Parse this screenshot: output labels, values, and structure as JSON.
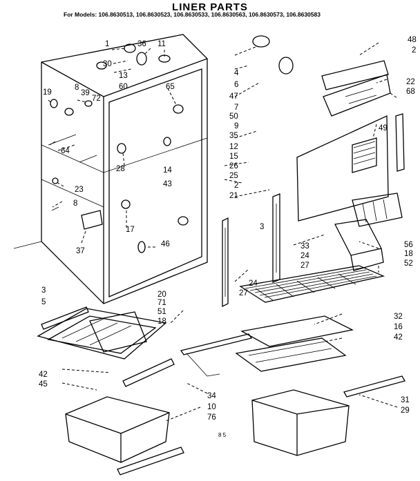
{
  "title": "LINER PARTS",
  "models_line": "For Models: 106.8630513, 106.8630523, 106.8630533, 106.8630563, 106.8630573, 106.8630583",
  "footer_code": "8 5",
  "callouts": [
    "1",
    "36",
    "11",
    "30",
    "13",
    "60",
    "65",
    "8",
    "39",
    "72",
    "19",
    "64",
    "28",
    "23",
    "8",
    "17",
    "37",
    "46",
    "4",
    "6",
    "47",
    "7",
    "50",
    "9",
    "35",
    "12",
    "15",
    "26",
    "25",
    "2",
    "21",
    "14",
    "43",
    "3",
    "33",
    "24",
    "27",
    "24",
    "27",
    "20",
    "71",
    "51",
    "18",
    "48",
    "2",
    "22",
    "68",
    "49",
    "56",
    "18",
    "52",
    "3",
    "5",
    "42",
    "45",
    "34",
    "10",
    "76",
    "32",
    "16",
    "42",
    "31",
    "29"
  ]
}
